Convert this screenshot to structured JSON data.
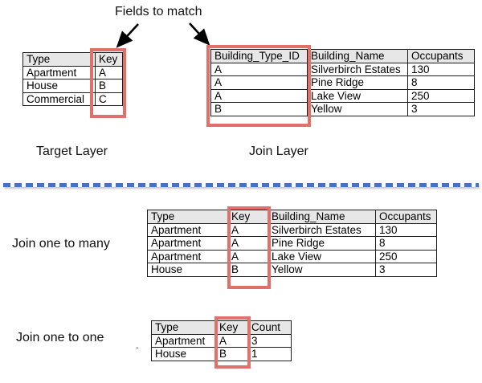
{
  "title": "Fields to match",
  "labels": {
    "target_layer": "Target Layer",
    "join_layer": "Join Layer",
    "join_one_to_many": "Join one to many",
    "join_one_to_one": "Join one to one",
    "stray_dot": "."
  },
  "colors": {
    "highlight_red": "#e2706a",
    "divider_blue": "#4472c4",
    "header_gray": "#e7e7e7",
    "arrow_black": "#000000"
  },
  "tables": {
    "target": {
      "headers": [
        "Type",
        "Key"
      ],
      "rows": [
        [
          "Apartment",
          "A"
        ],
        [
          "House",
          "B"
        ],
        [
          "Commercial",
          "C"
        ]
      ],
      "highlighted_column": "Key"
    },
    "join": {
      "headers": [
        "Building_Type_ID",
        "Building_Name",
        "Occupants"
      ],
      "rows": [
        [
          "A",
          "Silverbirch Estates",
          "130"
        ],
        [
          "A",
          "Pine Ridge",
          "8"
        ],
        [
          "A",
          "Lake View",
          "250"
        ],
        [
          "B",
          "Yellow",
          "3"
        ]
      ],
      "highlighted_column": "Building_Type_ID"
    },
    "one_to_many": {
      "headers": [
        "Type",
        "Key",
        "Building_Name",
        "Occupants"
      ],
      "rows": [
        [
          "Apartment",
          "A",
          "Silverbirch Estates",
          "130"
        ],
        [
          "Apartment",
          "A",
          "Pine Ridge",
          "8"
        ],
        [
          "Apartment",
          "A",
          "Lake View",
          "250"
        ],
        [
          "House",
          "B",
          "Yellow",
          "3"
        ]
      ],
      "highlighted_column": "Key"
    },
    "one_to_one": {
      "headers": [
        "Type",
        "Key",
        "Count"
      ],
      "rows": [
        [
          "Apartment",
          "A",
          "3"
        ],
        [
          "House",
          "B",
          "1"
        ]
      ],
      "highlighted_column": "Key"
    }
  }
}
